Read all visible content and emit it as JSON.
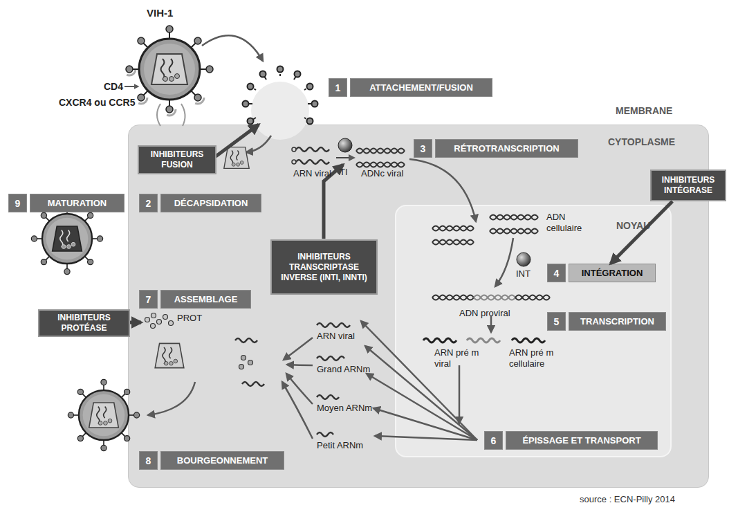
{
  "diagram": {
    "nodes": [
      {
        "text": [
          "1",
          "ATTACHEMENT/FUSION"
        ]
      },
      {
        "text": [
          "CYTOPLASME"
        ]
      },
      {
        "text": [
          "INHIBITEURS FUSION"
        ],
        "in": 1
      },
      {
        "text": [
          "3",
          "RÉTROTRANSCRIPTION"
        ],
        "in": 1
      },
      {
        "text": [
          "9",
          "MATURATION"
        ]
      },
      {
        "text": [
          "2",
          "DÉCAPSIDATION"
        ],
        "in": 1
      },
      {
        "text": [
          "INHIBITEURS INTÉGRASE"
        ]
      },
      {
        "text": [
          "NOYAU"
        ],
        "in": 1
      },
      {
        "text": [
          "INHIBITEURS TRANSCRIPTASE INVERSE (INTI, INNTI)"
        ],
        "in": 1
      },
      {
        "text": [
          "4",
          "INTÉGRATION"
        ],
        "in": 7
      },
      {
        "text": [
          "7",
          "ASSEMBLAGE"
        ],
        "in": 1
      },
      {
        "text": [
          "INHIBITEURS PROTÉASE"
        ]
      },
      {
        "text": [
          "5",
          "TRANSCRIPTION"
        ],
        "in": 7
      },
      {
        "text": [
          "6",
          "ÉPISSAGE ET TRANSPORT"
        ],
        "in": 7
      },
      {
        "text": [
          "8",
          "BOURGEONNEMENT"
        ],
        "in": 1
      }
    ],
    "edges": [
      {
        "from": 6,
        "to": 9,
        "arrow": "to"
      }
    ],
    "labels": [
      "VIH-1",
      "CD4",
      "CXCR4 ou CCR5",
      "MEMBRANE",
      "ARN viral",
      "TI",
      "ADNc viral",
      "ADN cellulaire",
      "INT",
      "ADN proviral",
      "ARN pré m viral",
      "ARN pré m cellulaire",
      "ARN viral",
      "Grand ARNm",
      "Moyen ARNm",
      "Petit ARNm",
      "PROT",
      "source : ECN-Pilly 2014"
    ]
  }
}
